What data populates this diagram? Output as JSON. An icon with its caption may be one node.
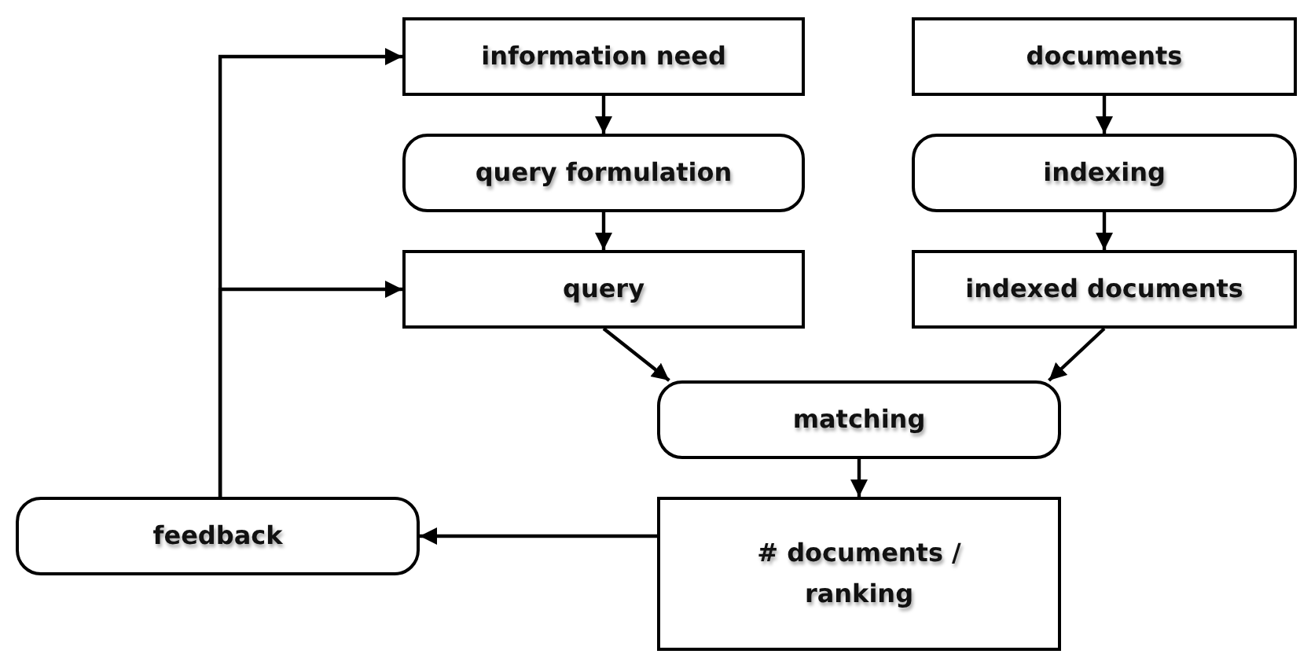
{
  "diagram": {
    "nodes": [
      {
        "text": [
          "information need"
        ]
      },
      {
        "text": [
          "query formulation"
        ]
      },
      {
        "text": [
          "query"
        ]
      },
      {
        "text": [
          "documents"
        ]
      },
      {
        "text": [
          "indexing"
        ]
      },
      {
        "text": [
          "indexed documents"
        ]
      },
      {
        "text": [
          "matching"
        ]
      },
      {
        "text": [
          "# documents / ranking"
        ]
      },
      {
        "text": [
          "feedback"
        ]
      }
    ],
    "edges": [
      {
        "from": 0,
        "to": 1,
        "arrow": "to"
      },
      {
        "from": 1,
        "to": 2,
        "arrow": "to"
      },
      {
        "from": 3,
        "to": 4,
        "arrow": "to"
      },
      {
        "from": 4,
        "to": 5,
        "arrow": "to"
      },
      {
        "from": 2,
        "to": 6,
        "arrow": "to"
      },
      {
        "from": 5,
        "to": 6,
        "arrow": "to"
      },
      {
        "from": 6,
        "to": 7,
        "arrow": "to"
      },
      {
        "from": 7,
        "to": 8,
        "arrow": "to"
      },
      {
        "from": 8,
        "to": 0,
        "arrow": "to"
      },
      {
        "from": 8,
        "to": 2,
        "arrow": "to"
      }
    ]
  }
}
